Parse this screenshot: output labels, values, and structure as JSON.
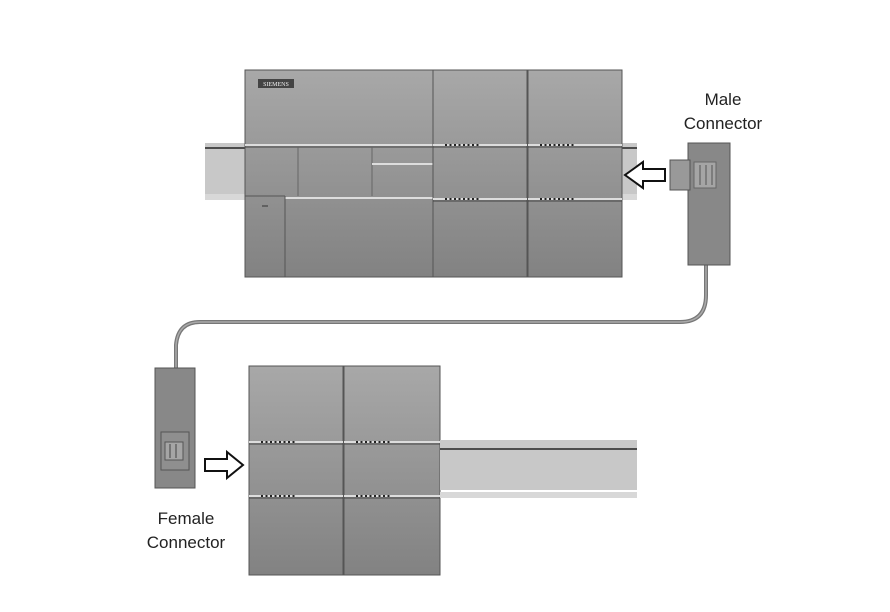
{
  "labels": {
    "male_line1": "Male",
    "male_line2": "Connector",
    "female_line1": "Female",
    "female_line2": "Connector"
  },
  "logo_text": "SIEMENS",
  "colors": {
    "module": "#8a8a8a",
    "rail": "#c8c8c8",
    "cable": "#777777"
  }
}
